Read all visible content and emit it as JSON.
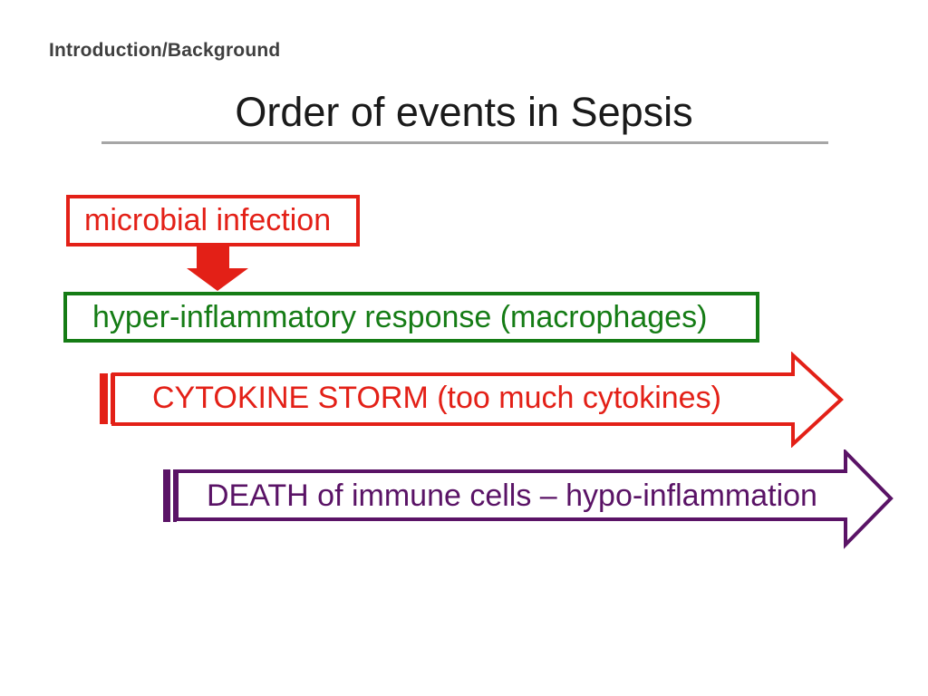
{
  "slide": {
    "header": "Introduction/Background",
    "title": "Order of events in Sepsis"
  },
  "flow": {
    "step1_label": "microbial infection",
    "step2_label": "hyper-inflammatory response (macrophages)",
    "step3_label": "CYTOKINE STORM (too much cytokines)",
    "step4_label": "DEATH of immune cells – hypo-inflammation"
  },
  "icons": {
    "down_arrow": "down-arrow",
    "right_arrow_red": "right-block-arrow",
    "right_arrow_purple": "right-block-arrow"
  },
  "colors": {
    "red": "#e32017",
    "green": "#157c15",
    "purple": "#5a1366",
    "title_text": "#1a1a1a",
    "header_text": "#3f3f3f",
    "underline": "#a6a6a6",
    "background": "#ffffff"
  }
}
